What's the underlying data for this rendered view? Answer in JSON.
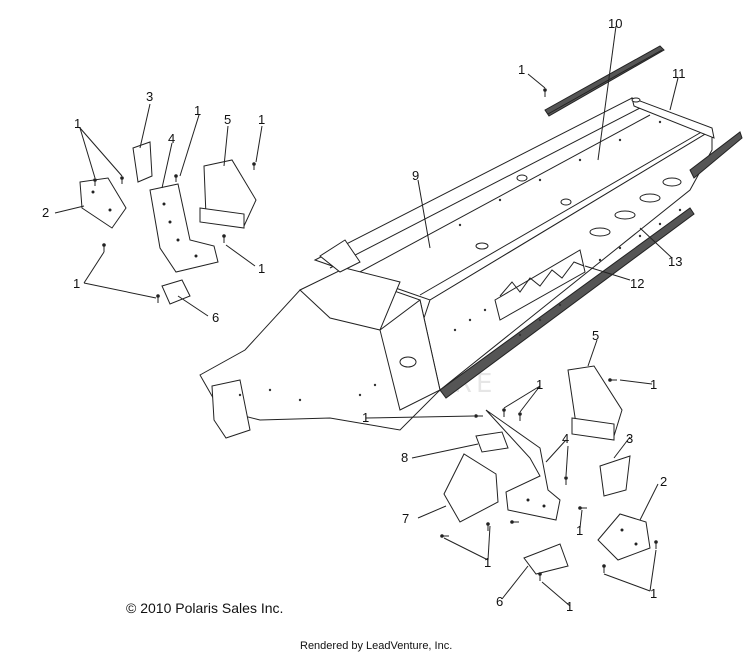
{
  "diagram": {
    "callouts": {
      "c1a": "1",
      "c1b": "1",
      "c1c": "1",
      "c1d": "1",
      "c1e": "1",
      "c1f": "1",
      "c1g": "1",
      "c1h": "1",
      "c1i": "1",
      "c1j": "1",
      "c1k": "1",
      "c1l": "1",
      "c2a": "2",
      "c2b": "2",
      "c3a": "3",
      "c3b": "3",
      "c4a": "4",
      "c4b": "4",
      "c5a": "5",
      "c5b": "5",
      "c6a": "6",
      "c6b": "6",
      "c7": "7",
      "c8": "8",
      "c9": "9",
      "c10": "10",
      "c11": "11",
      "c12": "12",
      "c13": "13"
    },
    "watermark": "ADVENTURE",
    "copyright": "© 2010 Polaris Sales Inc.",
    "rendered_by": "Rendered by LeadVenture, Inc."
  }
}
